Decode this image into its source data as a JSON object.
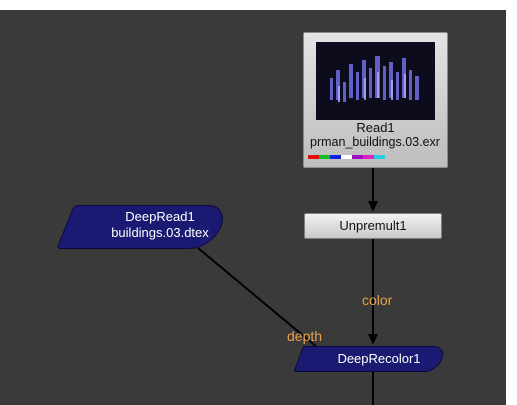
{
  "nodes": {
    "read": {
      "title": "Read1",
      "file": "prman_buildings.03.exr"
    },
    "unpremult": {
      "label": "Unpremult1"
    },
    "deep_read": {
      "title": "DeepRead1",
      "file": "buildings.03.dtex"
    },
    "deep_recolor": {
      "label": "DeepRecolor1"
    }
  },
  "pipe_labels": {
    "color": "color",
    "depth": "depth"
  },
  "channel_swatches": [
    "#e01010",
    "#10c020",
    "#1020e0",
    "#ffffff",
    "#a010c0",
    "#e020c0",
    "#20d0e0"
  ],
  "colors": {
    "canvas_background": "#3a3a3a",
    "deep_node_fill": "#1a1a72",
    "pipe_label_text": "#e8a24a",
    "wire": "#000000"
  },
  "icons": {
    "connection_arrow": "arrowhead"
  }
}
